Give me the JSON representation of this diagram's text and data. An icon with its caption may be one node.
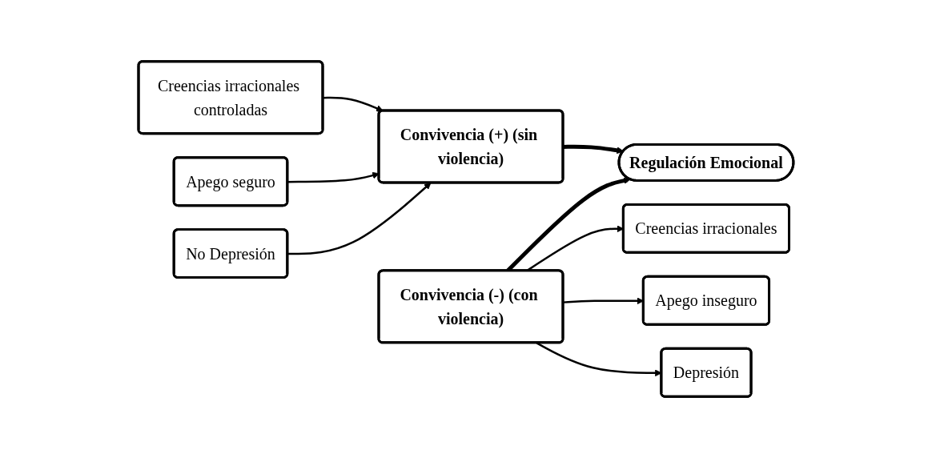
{
  "diagram": {
    "nodes": [
      {
        "text": [
          "Creencias irracionales controladas"
        ]
      },
      {
        "text": [
          "Apego seguro"
        ]
      },
      {
        "text": [
          "No Depresión"
        ]
      },
      {
        "text": [
          "Convivencia (+) (sin violencia)"
        ]
      },
      {
        "text": [
          "Regulación Emocional"
        ]
      },
      {
        "text": [
          "Convivencia (-) (con violencia)"
        ]
      },
      {
        "text": [
          "Creencias irracionales"
        ]
      },
      {
        "text": [
          "Apego inseguro"
        ]
      },
      {
        "text": [
          "Depresión"
        ]
      }
    ],
    "edges": [
      {
        "from": 0,
        "to": 3,
        "arrow": "to"
      },
      {
        "from": 1,
        "to": 3,
        "arrow": "to"
      },
      {
        "from": 2,
        "to": 3,
        "arrow": "to"
      },
      {
        "from": 3,
        "to": 4,
        "arrow": "to",
        "style": "thick"
      },
      {
        "from": 5,
        "to": 4,
        "arrow": "to",
        "style": "thick"
      },
      {
        "from": 5,
        "to": 6,
        "arrow": "to"
      },
      {
        "from": 5,
        "to": 7,
        "arrow": "to"
      },
      {
        "from": 5,
        "to": 8,
        "arrow": "to"
      }
    ]
  }
}
